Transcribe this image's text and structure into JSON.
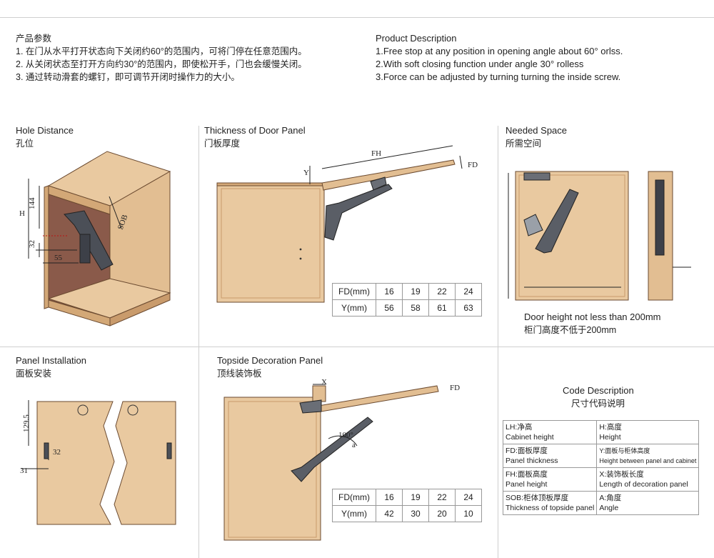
{
  "header": {
    "zh_title": "产品参数",
    "zh_lines": [
      "1. 在门从水平打开状态向下关闭约60°的范围内，可将门停在任意范围内。",
      "2. 从关闭状态至打开方向约30°的范围内，即使松开手，门也会缓慢关闭。",
      "3. 通过转动滑套的螺钉，即可调节开闭时操作力的大小。"
    ],
    "en_title": "Product Description",
    "en_lines": [
      "1.Free stop at any position in opening angle about 60°  orlss.",
      "2.With soft closing function under angle 30°  rolless",
      "3.Force can be adjusted by turning turning the inside screw."
    ]
  },
  "panels": {
    "hole": {
      "title_en": "Hole Distance",
      "title_zh": "孔位",
      "labels": {
        "h": "H",
        "d144": "144",
        "d32": "32",
        "d55": "55",
        "sob": "SOB"
      }
    },
    "thickness": {
      "title_en": "Thickness of Door Panel",
      "title_zh": "门板厚度",
      "labels": {
        "fh": "FH",
        "y": "Y",
        "fd": "FD"
      }
    },
    "space": {
      "title_en": "Needed Space",
      "title_zh": "所需空间",
      "note_en": "Door height not less than 200mm",
      "note_zh": "柜门高度不低于200mm"
    },
    "install": {
      "title_en": "Panel Installation",
      "title_zh": "面板安装",
      "labels": {
        "d1295": "129.5",
        "d32": "32",
        "d31": "31"
      }
    },
    "topside": {
      "title_en": "Topside Decoration Panel",
      "title_zh": "顶线装饰板",
      "labels": {
        "x": "X",
        "fd": "FD",
        "angle": "100°",
        "a": "a"
      }
    },
    "code": {
      "title_en": "Code Description",
      "title_zh": "尺寸代码说明"
    }
  },
  "tables": {
    "thickness": {
      "rows": [
        {
          "label": "FD(mm)",
          "values": [
            "16",
            "19",
            "22",
            "24"
          ]
        },
        {
          "label": "Y(mm)",
          "values": [
            "56",
            "58",
            "61",
            "63"
          ]
        }
      ]
    },
    "topside": {
      "rows": [
        {
          "label": "FD(mm)",
          "values": [
            "16",
            "19",
            "22",
            "24"
          ]
        },
        {
          "label": "Y(mm)",
          "values": [
            "42",
            "30",
            "20",
            "10"
          ]
        }
      ]
    }
  },
  "code_table": [
    [
      {
        "zh": "LH:净高",
        "en": "Cabinet height"
      },
      {
        "zh": "H:高度",
        "en": "Height"
      }
    ],
    [
      {
        "zh": "FD:面板厚度",
        "en": "Panel thickness"
      },
      {
        "zh": "Y:面板与柜体高度",
        "en": "Height between panel and cabinet"
      }
    ],
    [
      {
        "zh": "FH:面板高度",
        "en": "Panel height"
      },
      {
        "zh": "X:装饰板长度",
        "en": "Length of decoration panel"
      }
    ],
    [
      {
        "zh": "SOB:柜体顶板厚度",
        "en": "Thickness of topside panel"
      },
      {
        "zh": "A:角度",
        "en": "Angle"
      }
    ]
  ],
  "colors": {
    "wood": "#e9c9a0",
    "wood_dark": "#c99b6c",
    "interior": "#8a5a4a",
    "hinge": "#5a5e66",
    "line": "#222222"
  }
}
